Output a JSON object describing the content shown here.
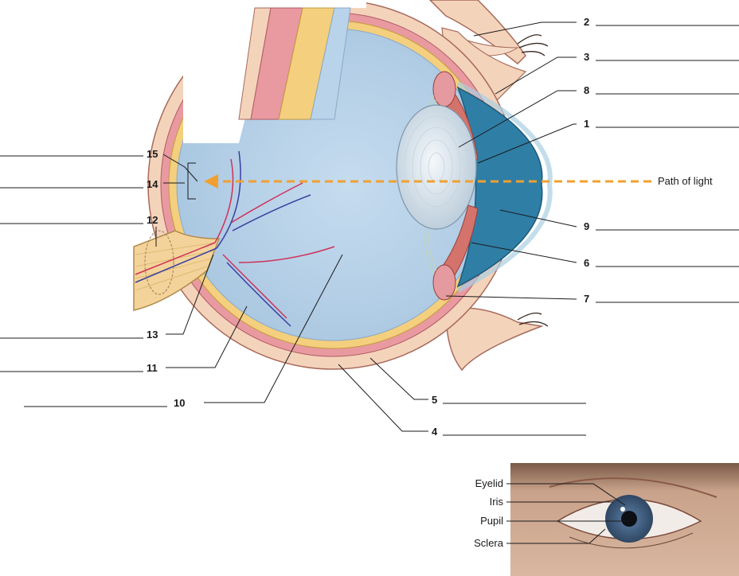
{
  "callouts": [
    {
      "num": "2"
    },
    {
      "num": "3"
    },
    {
      "num": "8"
    },
    {
      "num": "1"
    },
    {
      "num": "9"
    },
    {
      "num": "6"
    },
    {
      "num": "7"
    },
    {
      "num": "5"
    },
    {
      "num": "4"
    },
    {
      "num": "15"
    },
    {
      "num": "14"
    },
    {
      "num": "12"
    },
    {
      "num": "13"
    },
    {
      "num": "11"
    },
    {
      "num": "10"
    }
  ],
  "light_path_label": "Path of light",
  "photo_labels": [
    "Eyelid",
    "Iris",
    "Pupil",
    "Sclera"
  ],
  "colors": {
    "light_arrow": "#f0a030",
    "vitreous": "#b9d3ea",
    "cornea": "#2f7ea6",
    "sclera_skin": "#f4d3bb",
    "choroid": "#e89aa0",
    "retina": "#f3cf7e",
    "artery": "#d0305a",
    "vein": "#3a3fa0"
  }
}
